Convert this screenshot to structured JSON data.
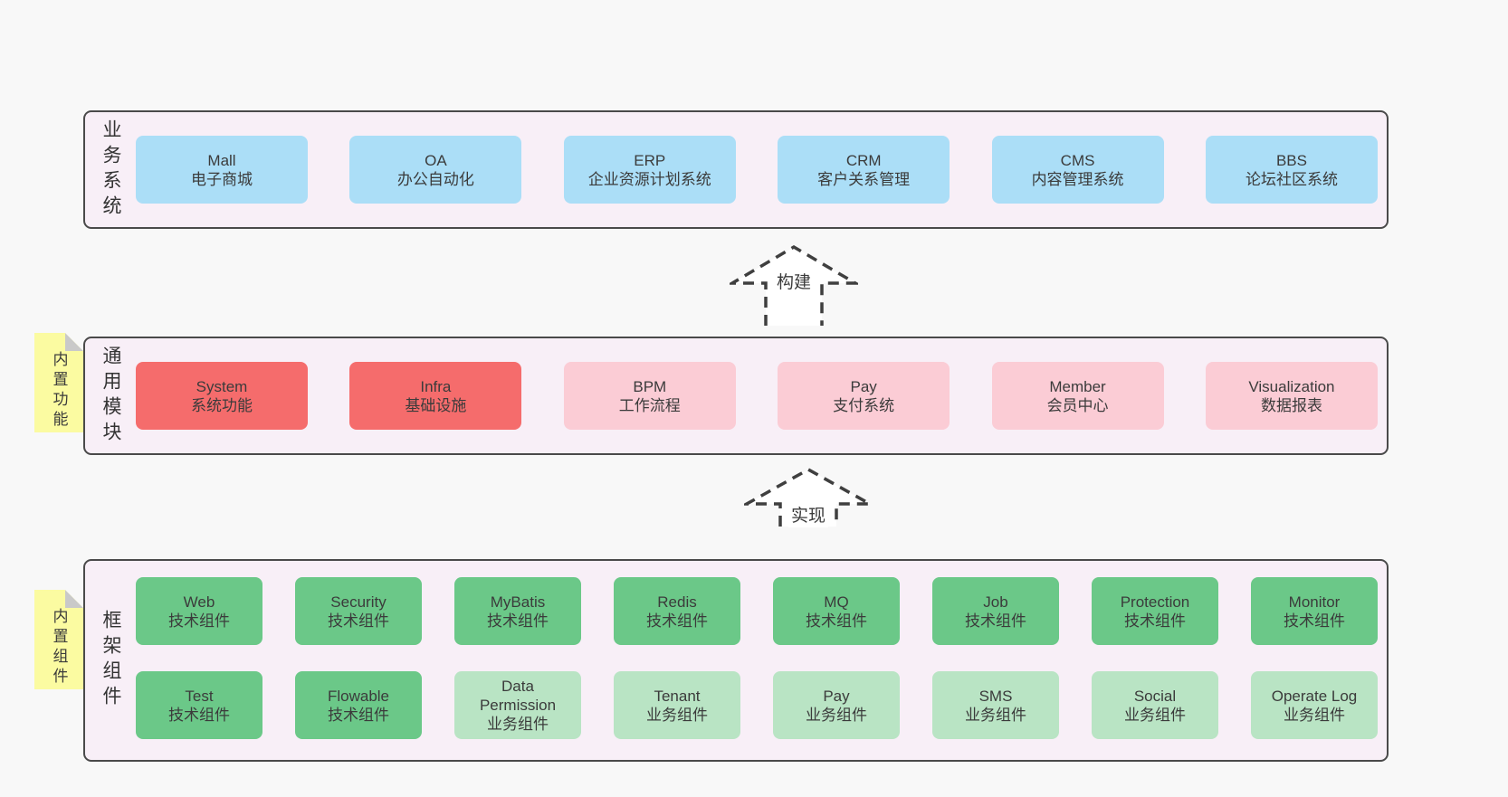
{
  "colors": {
    "page_bg": "#f8f8f8",
    "panel_bg": "#f8eff7",
    "panel_border": "#4a4a4a",
    "blue": "#abdef7",
    "red": "#f56c6c",
    "pink": "#fbccd5",
    "green": "#6bc888",
    "light_green": "#b9e4c4",
    "note_yellow": "#fbfba1",
    "note_fold": "#c9c9c9",
    "text": "#3b3b3b"
  },
  "sections": [
    {
      "label": "业务系统",
      "rows": [
        [
          {
            "name": "Mall",
            "desc": "电子商城",
            "variant": "blue"
          },
          {
            "name": "OA",
            "desc": "办公自动化",
            "variant": "blue"
          },
          {
            "name": "ERP",
            "desc": "企业资源计划系统",
            "variant": "blue"
          },
          {
            "name": "CRM",
            "desc": "客户关系管理",
            "variant": "blue"
          },
          {
            "name": "CMS",
            "desc": "内容管理系统",
            "variant": "blue"
          },
          {
            "name": "BBS",
            "desc": "论坛社区系统",
            "variant": "blue"
          }
        ]
      ]
    },
    {
      "label": "通用模块",
      "rows": [
        [
          {
            "name": "System",
            "desc": "系统功能",
            "variant": "red"
          },
          {
            "name": "Infra",
            "desc": "基础设施",
            "variant": "red"
          },
          {
            "name": "BPM",
            "desc": "工作流程",
            "variant": "pink"
          },
          {
            "name": "Pay",
            "desc": "支付系统",
            "variant": "pink"
          },
          {
            "name": "Member",
            "desc": "会员中心",
            "variant": "pink"
          },
          {
            "name": "Visualization",
            "desc": "数据报表",
            "variant": "pink"
          }
        ]
      ]
    },
    {
      "label": "框架组件",
      "rows": [
        [
          {
            "name": "Web",
            "desc": "技术组件",
            "variant": "green"
          },
          {
            "name": "Security",
            "desc": "技术组件",
            "variant": "green"
          },
          {
            "name": "MyBatis",
            "desc": "技术组件",
            "variant": "green"
          },
          {
            "name": "Redis",
            "desc": "技术组件",
            "variant": "green"
          },
          {
            "name": "MQ",
            "desc": "技术组件",
            "variant": "green"
          },
          {
            "name": "Job",
            "desc": "技术组件",
            "variant": "green"
          },
          {
            "name": "Protection",
            "desc": "技术组件",
            "variant": "green"
          },
          {
            "name": "Monitor",
            "desc": "技术组件",
            "variant": "green"
          }
        ],
        [
          {
            "name": "Test",
            "desc": "技术组件",
            "variant": "green"
          },
          {
            "name": "Flowable",
            "desc": "技术组件",
            "variant": "green"
          },
          {
            "name": "Data Permission",
            "desc": "业务组件",
            "variant": "light_green"
          },
          {
            "name": "Tenant",
            "desc": "业务组件",
            "variant": "light_green"
          },
          {
            "name": "Pay",
            "desc": "业务组件",
            "variant": "light_green"
          },
          {
            "name": "SMS",
            "desc": "业务组件",
            "variant": "light_green"
          },
          {
            "name": "Social",
            "desc": "业务组件",
            "variant": "light_green"
          },
          {
            "name": "Operate Log",
            "desc": "业务组件",
            "variant": "light_green"
          }
        ]
      ]
    }
  ],
  "notes": [
    {
      "text": "内置功能"
    },
    {
      "text": "内置组件"
    }
  ],
  "arrows": [
    {
      "label": "构建"
    },
    {
      "label": "实现"
    }
  ]
}
